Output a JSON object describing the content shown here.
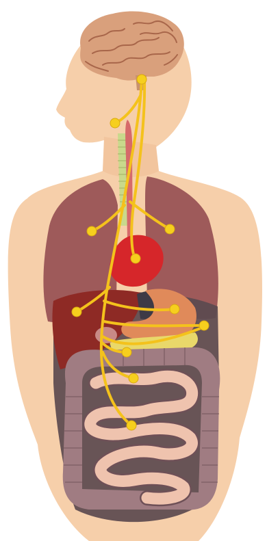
{
  "figure": {
    "colors": {
      "skin": "#f6cfaa",
      "brain": "#d9a07c",
      "brain_fold": "#a8664a",
      "lung": "#9e5a5a",
      "heart": "#d6262a",
      "liver": "#8e2a25",
      "stomach": "#e08a5a",
      "spleen": "#3d3a46",
      "pancreas": "#e9d86a",
      "large_intestine": "#a07c82",
      "small_intestine": "#efc3ae",
      "intestine_outline": "#6e5057",
      "nerve": "#f4c21c",
      "nerve_node": "#f6cf1e",
      "trachea": "#c9d98c",
      "esophagus": "#d66a6a"
    },
    "parts": [
      "brain",
      "head-neck",
      "trachea",
      "esophagus",
      "lungs",
      "heart",
      "liver",
      "stomach",
      "spleen",
      "pancreas",
      "kidney",
      "large-intestine",
      "small-intestine",
      "vagus-nerve"
    ],
    "nerve_targets": [
      "brainstem",
      "neck",
      "lungs",
      "heart",
      "liver",
      "stomach",
      "spleen",
      "pancreas",
      "kidney",
      "small-intestine",
      "colon"
    ]
  }
}
